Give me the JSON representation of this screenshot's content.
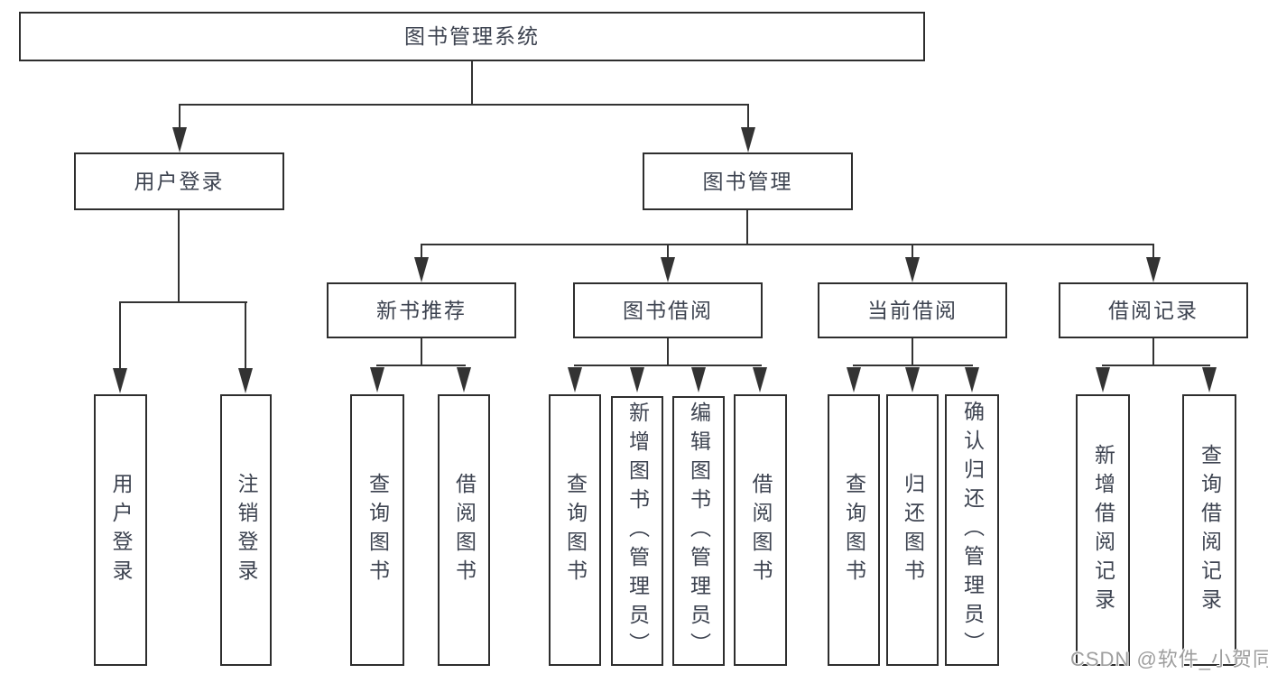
{
  "diagram": {
    "root": {
      "label": "图书管理系统"
    },
    "level2": [
      {
        "label": "用户登录"
      },
      {
        "label": "图书管理"
      }
    ],
    "level3": [
      {
        "label": "新书推荐"
      },
      {
        "label": "图书借阅"
      },
      {
        "label": "当前借阅"
      },
      {
        "label": "借阅记录"
      }
    ],
    "leaves": {
      "user_login": [
        "用户登录",
        "注销登录"
      ],
      "new_book_rec": [
        "查询图书",
        "借阅图书"
      ],
      "book_borrow": [
        "查询图书",
        "新增图书（管理员）",
        "编辑图书（管理员）",
        "借阅图书"
      ],
      "current_borrow": [
        "查询图书",
        "归还图书",
        "确认归还（管理员）"
      ],
      "borrow_records": [
        "新增借阅记录",
        "查询借阅记录"
      ]
    }
  },
  "watermark": {
    "text": "CSDN @软件_小贺同学"
  },
  "colors": {
    "line": "#333333",
    "box_border": "#2e2e2e",
    "text": "#3d4350",
    "watermark": "#9e9e9e",
    "background": "#ffffff"
  }
}
